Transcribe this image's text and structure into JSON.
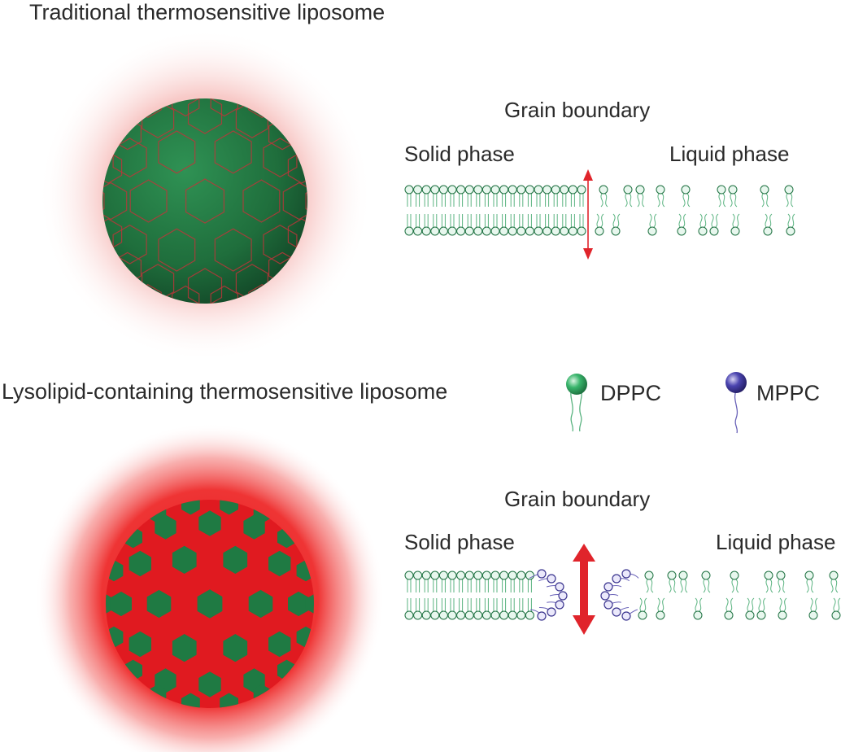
{
  "top_panel": {
    "title": "Traditional thermosensitive liposome",
    "grain_boundary": "Grain boundary",
    "solid_phase": "Solid phase",
    "liquid_phase": "Liquid phase"
  },
  "bottom_panel": {
    "title": "Lysolipid-containing thermosensitive liposome",
    "grain_boundary": "Grain boundary",
    "solid_phase": "Solid phase",
    "liquid_phase": "Liquid phase"
  },
  "legend": {
    "dppc": "DPPC",
    "mppc": "MPPC"
  },
  "colors": {
    "dppc_green": "#2e9a5c",
    "mppc_blue": "#4a3f9a",
    "boundary_red": "#e0242b",
    "liposome_green": "#1f6e3c"
  }
}
